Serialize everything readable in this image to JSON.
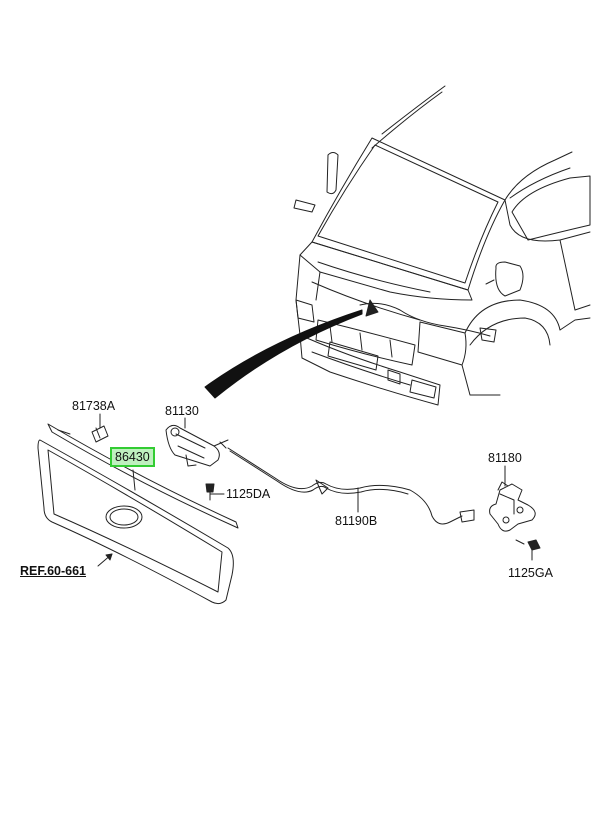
{
  "labels": {
    "p81738A": "81738A",
    "p81130": "81130",
    "p86430": "86430",
    "p1125DA": "1125DA",
    "p81190B": "81190B",
    "p81180": "81180",
    "p1125GA": "1125GA",
    "ref": "REF.60-661"
  },
  "colors": {
    "line": "#222222",
    "highlight_border": "#33cc33",
    "highlight_fill": "#bff0bf"
  }
}
